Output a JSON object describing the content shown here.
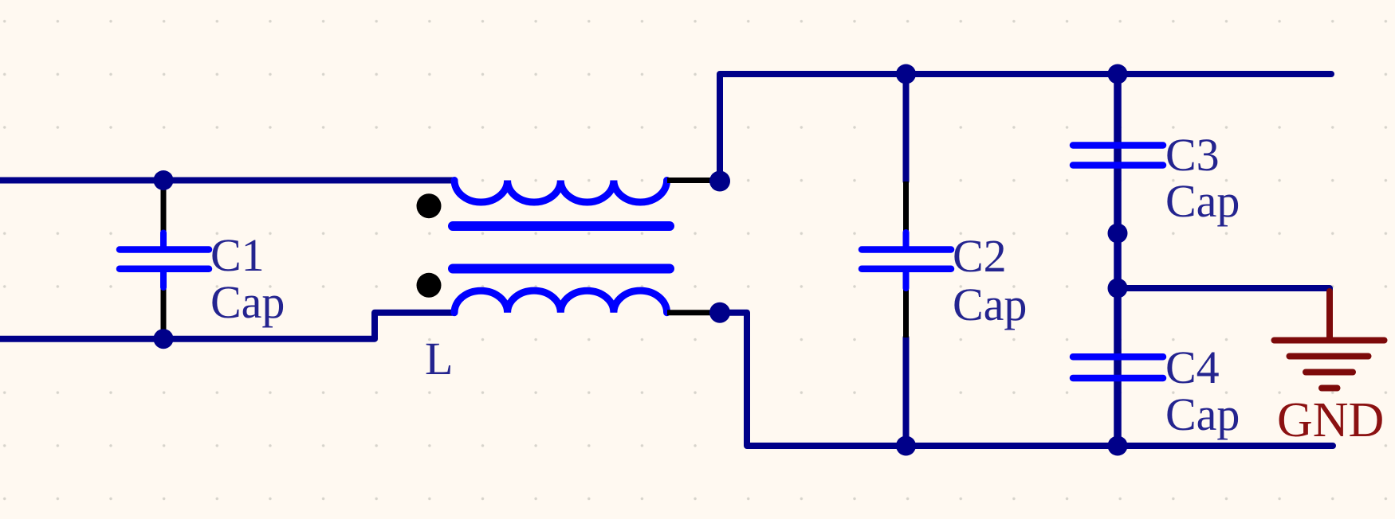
{
  "colors": {
    "background": "#FFF9F1",
    "grid_dot": "#D7D4CC",
    "wire": "#000089",
    "component": "#0000FE",
    "pin": "#000000",
    "ground": "#7D0A0A",
    "label": "#24248F",
    "ground_label": "#8B1111"
  },
  "components": {
    "c1": {
      "designator": "C1",
      "value": "Cap"
    },
    "c2": {
      "designator": "C2",
      "value": "Cap"
    },
    "c3": {
      "designator": "C3",
      "value": "Cap"
    },
    "c4": {
      "designator": "C4",
      "value": "Cap"
    },
    "l": {
      "designator": "L"
    },
    "ground": {
      "net": "GND"
    }
  }
}
